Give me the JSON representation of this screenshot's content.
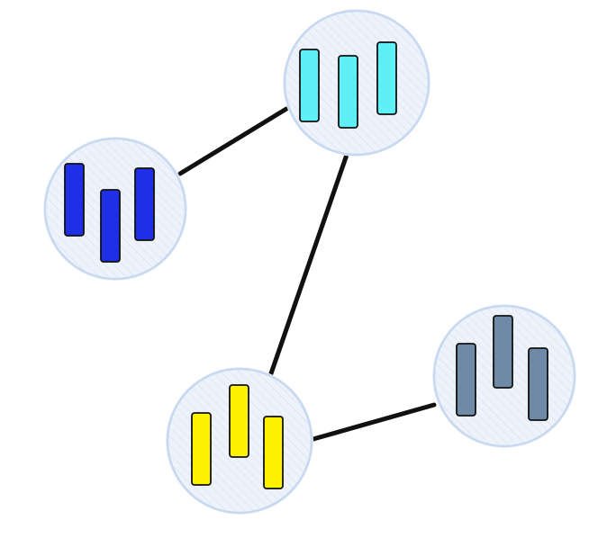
{
  "colors": {
    "background": "#ffffff",
    "node_fill": "#eef3fb",
    "node_stroke": "#c7d8ef",
    "hatch": "#d4e0f2",
    "edge": "#111111",
    "bar_outline": "#111111"
  },
  "nodes": [
    {
      "id": "node-cyan",
      "bar_color": "#5ff0f7",
      "bars": 3
    },
    {
      "id": "node-blue",
      "bar_color": "#1f2fe6",
      "bars": 3
    },
    {
      "id": "node-yellow",
      "bar_color": "#fff200",
      "bars": 3
    },
    {
      "id": "node-slate",
      "bar_color": "#6f8aa6",
      "bars": 3
    }
  ],
  "edges": [
    {
      "from": "node-blue",
      "to": "node-cyan"
    },
    {
      "from": "node-cyan",
      "to": "node-yellow"
    },
    {
      "from": "node-yellow",
      "to": "node-slate"
    }
  ]
}
